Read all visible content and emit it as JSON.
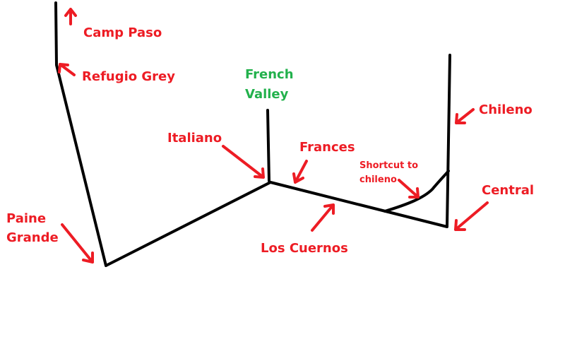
{
  "colors": {
    "background": "#ffffff",
    "trail": "#000000",
    "label": "#ed1c24",
    "highlight_label": "#22b14c",
    "arrow": "#ed1c24"
  },
  "places": {
    "camp_paso": "Camp Paso",
    "refugio_grey": "Refugio Grey",
    "paine_grande_line1": "Paine",
    "paine_grande_line2": "Grande",
    "italiano": "Italiano",
    "french_valley_line1": "French",
    "french_valley_line2": "Valley",
    "frances": "Frances",
    "los_cuernos": "Los Cuernos",
    "shortcut_line1": "Shortcut to",
    "shortcut_line2": "chileno",
    "chileno": "Chileno",
    "central": "Central"
  }
}
